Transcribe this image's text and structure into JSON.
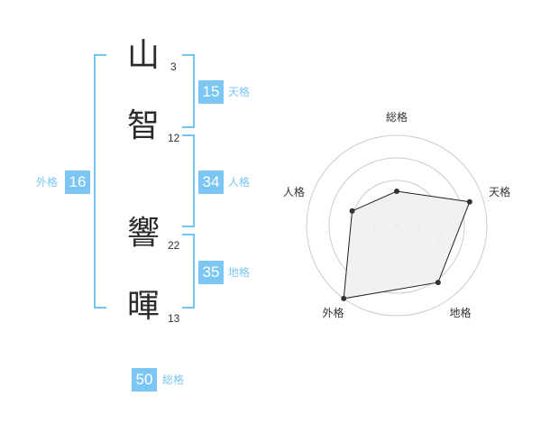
{
  "name": {
    "characters": [
      {
        "char": "山",
        "strokes": "3"
      },
      {
        "char": "智",
        "strokes": "12"
      },
      {
        "char": "響",
        "strokes": "22"
      },
      {
        "char": "暉",
        "strokes": "13"
      }
    ]
  },
  "scores": {
    "tenkaku": {
      "value": "15",
      "label": "天格"
    },
    "jinkaku": {
      "value": "34",
      "label": "人格"
    },
    "chikaku": {
      "value": "35",
      "label": "地格"
    },
    "gaikaku": {
      "value": "16",
      "label": "外格"
    },
    "soukaku": {
      "value": "50",
      "label": "総格"
    }
  },
  "radar": {
    "axes": [
      "総格",
      "天格",
      "地格",
      "外格",
      "人格"
    ],
    "levels": 4,
    "values": [
      0.38,
      0.85,
      0.78,
      1.0,
      0.52
    ],
    "colors": {
      "fill": "#efefef",
      "stroke": "#222222",
      "grid": "#cccccc",
      "point": "#333333"
    }
  }
}
